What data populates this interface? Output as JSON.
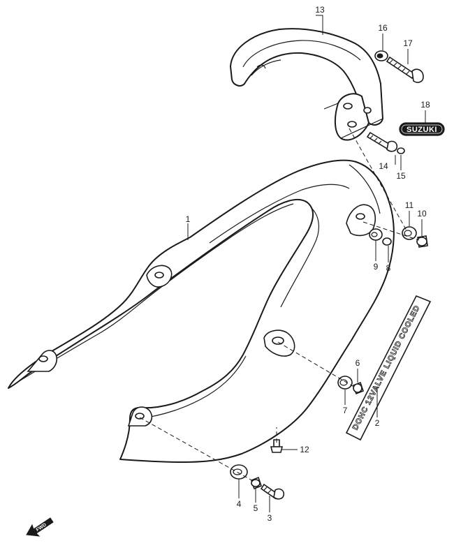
{
  "diagram": {
    "callouts": {
      "p1": "1",
      "p2": "2",
      "p3": "3",
      "p4": "4",
      "p5": "5",
      "p6": "6",
      "p7": "7",
      "p8": "8",
      "p9": "9",
      "p10": "10",
      "p11": "11",
      "p12": "12",
      "p13": "13",
      "p14": "14",
      "p15": "15",
      "p16": "16",
      "p17": "17",
      "p18": "18"
    },
    "emblem_text": "SUZUKI",
    "decal_text": "DOHC 12VALVE LIQUID COOLED",
    "direction_label": "FWD"
  }
}
